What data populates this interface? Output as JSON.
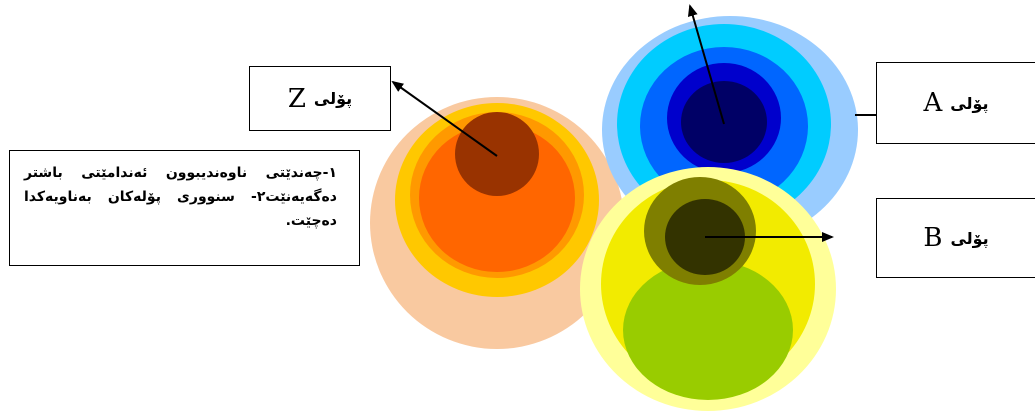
{
  "colors": {
    "pole_z_rings": [
      "#f9c9a0",
      "#ffc800",
      "#ff9900",
      "#ff6600",
      "#993300"
    ],
    "pole_a_rings": [
      "#99ccff",
      "#00ccff",
      "#0066ff",
      "#0000cc",
      "#000066"
    ],
    "pole_b_rings": [
      "#ffff99",
      "#f2eb00",
      "#99cc00",
      "#7f7f00",
      "#333300"
    ],
    "arrows": "#000000"
  },
  "labels": {
    "pole_z": {
      "word": "پۆلی",
      "letter": "Z"
    },
    "pole_a": {
      "word": "پۆلی",
      "letter": "A"
    },
    "pole_b": {
      "word": "پۆلی",
      "letter": "B"
    }
  },
  "note": {
    "text": "١-چەندێتی ناوەندیبوون ئەندامێتی باشتر دەگەیەنێت٢- سنووری پۆلەکان بەناویەکدا دەچێت."
  }
}
